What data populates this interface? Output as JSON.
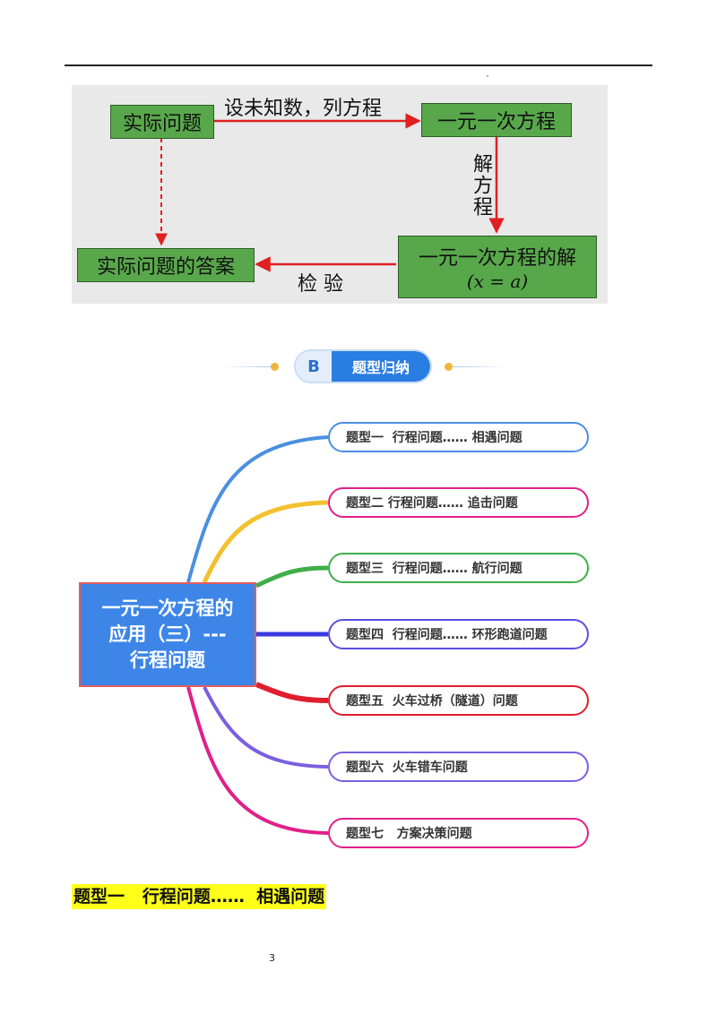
{
  "flowchart": {
    "box_problem": "实际问题",
    "box_equation": "一元一次方程",
    "box_answer": "实际问题的答案",
    "box_solution_line1": "一元一次方程的解",
    "box_solution_line2": "(x = a)",
    "arrow_top_label": "设未知数，列方程",
    "arrow_right_label": "解方程",
    "arrow_bottom_label": "检  验",
    "colors": {
      "box_fill": "#58a84b",
      "arrow": "#e02020",
      "panel": "#e9e9e9"
    }
  },
  "section_badge": {
    "letter": "B",
    "title": "题型归纳"
  },
  "mindmap": {
    "center": {
      "line1": "一元一次方程的",
      "line2": "应用（三）---",
      "line3": "行程问题"
    },
    "branches": [
      {
        "label": "题型一  行程问题…… 相遇问题",
        "color": "#4a8fe0"
      },
      {
        "label": "题型二 行程问题…… 追击问题",
        "color": "#e0208a"
      },
      {
        "label": "题型三  行程问题…… 航行问题",
        "color": "#3fae49"
      },
      {
        "label": "题型四  行程问题…… 环形跑道问题",
        "color": "#5b4fe0"
      },
      {
        "label": "题型五  火车过桥（隧道）问题",
        "color": "#e01e2e"
      },
      {
        "label": "题型六  火车错车问题",
        "color": "#7a5fe0"
      },
      {
        "label": "题型七   方案决策问题",
        "color": "#e0208a"
      }
    ],
    "connector_colors": [
      "#4a8fe0",
      "#f2c12e",
      "#3fae49",
      "#3a3ae0",
      "#e01e2e",
      "#7a5fe0",
      "#e0208a"
    ]
  },
  "section_heading": "题型一   行程问题……  相遇问题",
  "page_number": "3"
}
